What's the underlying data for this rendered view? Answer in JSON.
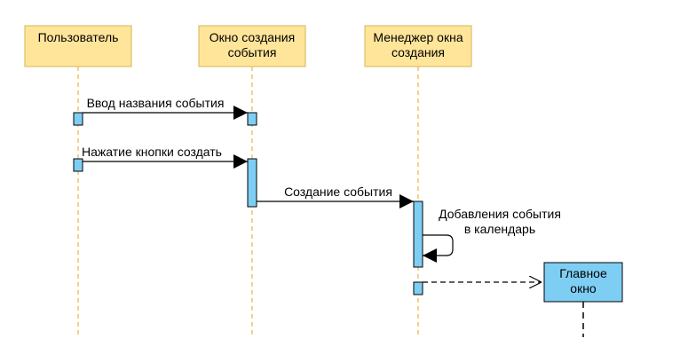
{
  "participants": [
    {
      "id": "user",
      "lines": [
        "Пользователь"
      ]
    },
    {
      "id": "event_window",
      "lines": [
        "Окно создания",
        "события"
      ]
    },
    {
      "id": "window_manager",
      "lines": [
        "Менеджер окна",
        "создания"
      ]
    }
  ],
  "created_participant": {
    "id": "main_window",
    "lines": [
      "Главное",
      "окно"
    ]
  },
  "messages": [
    {
      "from": "user",
      "to": "event_window",
      "label": "Ввод названия события"
    },
    {
      "from": "user",
      "to": "event_window",
      "label": "Нажатие кнопки создать"
    },
    {
      "from": "event_window",
      "to": "window_manager",
      "label": "Создание события"
    },
    {
      "from": "window_manager",
      "to": "window_manager",
      "label_lines": [
        "Добавления события",
        "в календарь"
      ]
    },
    {
      "from": "window_manager",
      "to": "main_window",
      "label": "",
      "style": "dashed-create"
    }
  ],
  "colors": {
    "participant_fill": "#ffe599",
    "participant_stroke": "#d6b656",
    "lifeline": "#f0c36a",
    "activation_fill": "#7ecef4",
    "main_window_fill": "#7ecef4",
    "line": "#000000"
  }
}
